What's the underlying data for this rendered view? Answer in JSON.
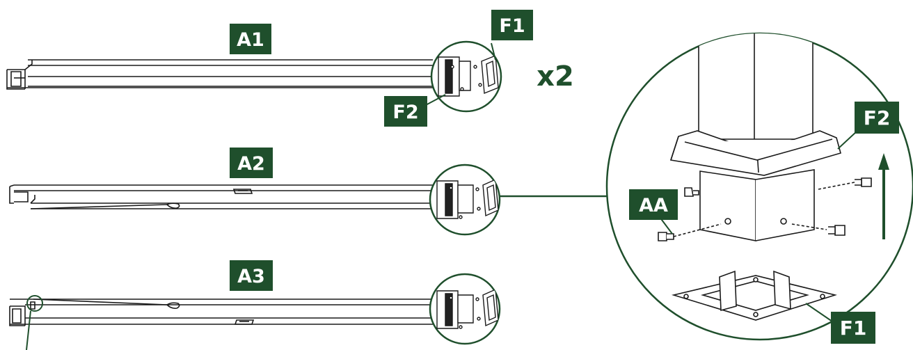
{
  "colors": {
    "label_bg": "#1f4f2c",
    "label_text": "#ffffff",
    "line": "#1a1a1a",
    "arrow": "#1f4f2c"
  },
  "labels": {
    "a1": "A1",
    "a2": "A2",
    "a3": "A3",
    "f1_top": "F1",
    "f2_top": "F2",
    "f2_detail": "F2",
    "aa_detail": "AA",
    "f1_detail": "F1"
  },
  "multiplier": "x2",
  "icons": [
    "up-arrow-icon",
    "screw-icon",
    "bracket-icon",
    "post-cap-icon",
    "base-plate-icon"
  ]
}
